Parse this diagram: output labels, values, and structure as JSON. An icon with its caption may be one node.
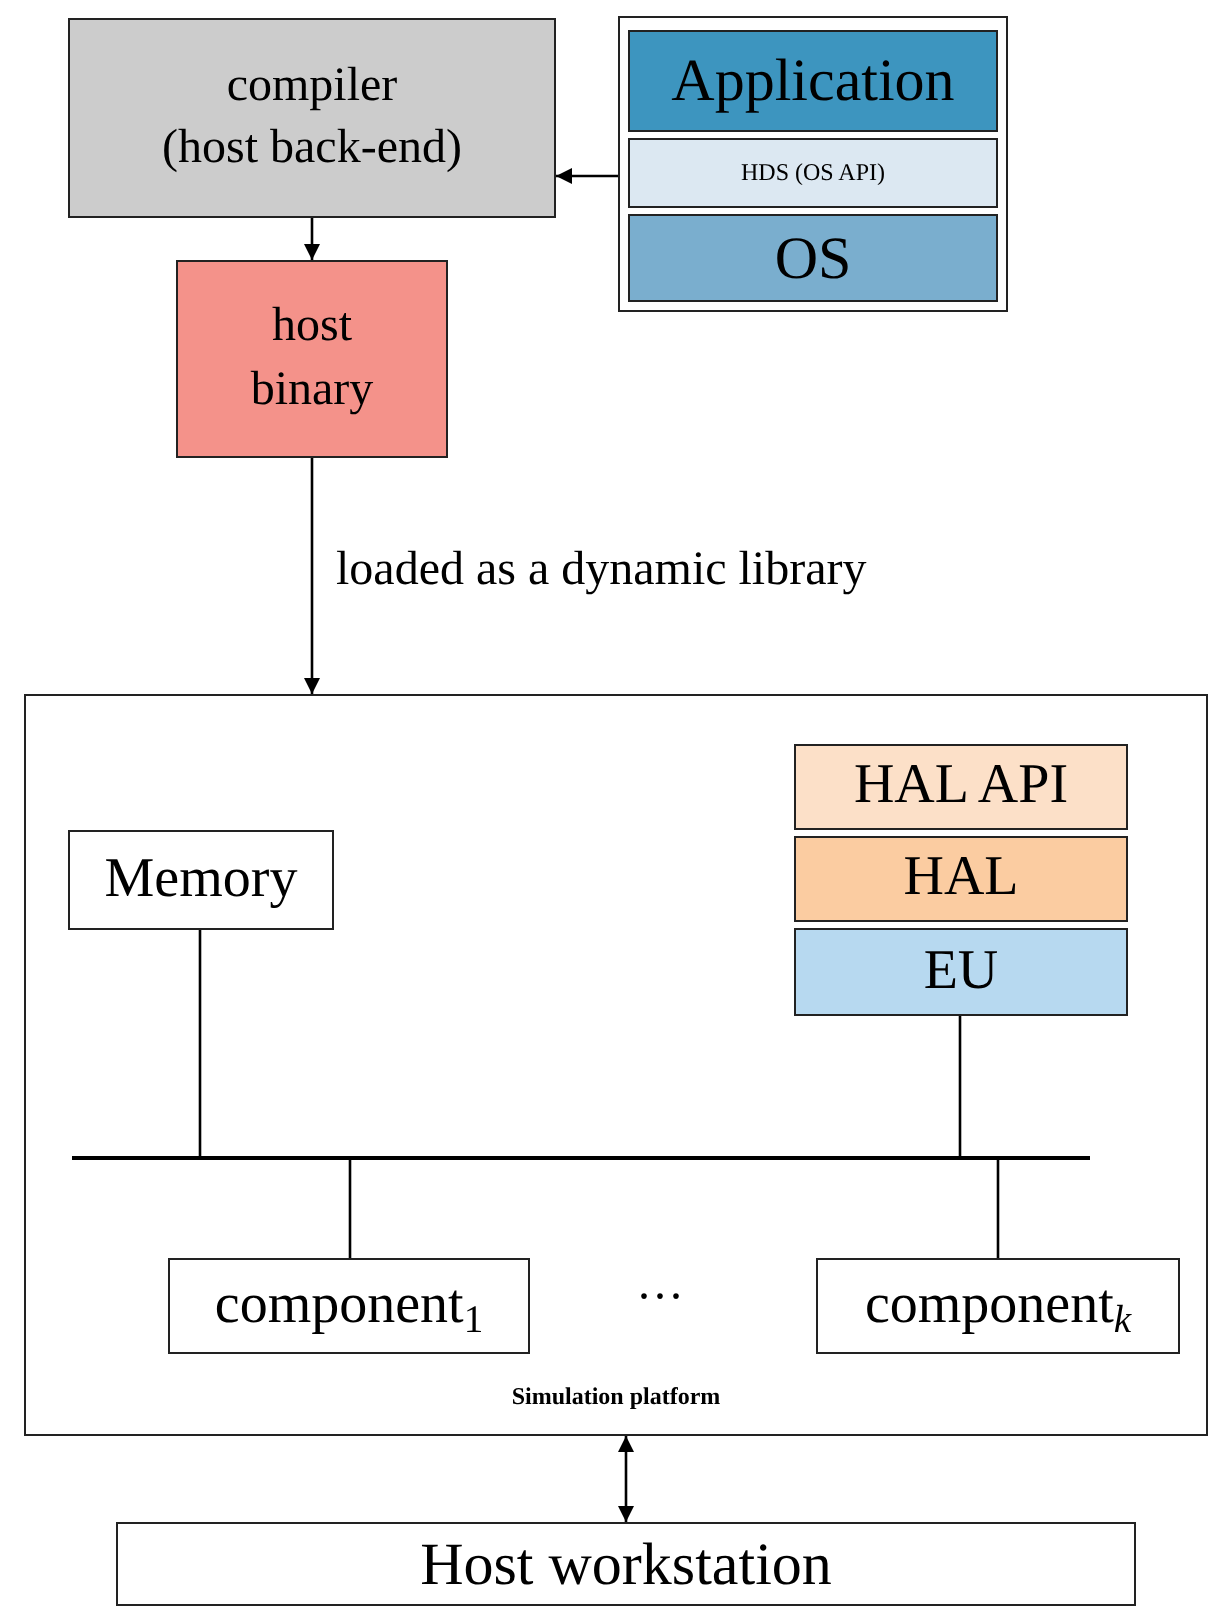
{
  "diagram": {
    "nodes": [
      {
        "text": [
          "compiler (host back-end)"
        ]
      },
      {
        "text": [
          "host binary"
        ]
      },
      {
        "text": [],
        "shape": "box"
      },
      {
        "text": [
          "Application"
        ],
        "in": 2
      },
      {
        "text": [
          "HDS (OS API)"
        ],
        "in": 2
      },
      {
        "text": [
          "OS"
        ],
        "in": 2
      },
      {
        "text": [
          "Simulation platform"
        ]
      },
      {
        "text": [
          "Memory"
        ],
        "in": 6
      },
      {
        "text": [
          "HAL API"
        ],
        "in": 6
      },
      {
        "text": [
          "HAL"
        ],
        "in": 6
      },
      {
        "text": [
          "EU"
        ],
        "in": 6
      },
      {
        "text": [],
        "shape": "bar",
        "in": 6
      },
      {
        "text": [
          "component$_{1}$"
        ],
        "in": 6
      },
      {
        "text": [
          "component$_{k}$"
        ],
        "in": 6
      },
      {
        "text": [
          "Host workstation"
        ]
      }
    ],
    "edges": [
      {
        "from": 2,
        "to": 0,
        "arrow": "to"
      },
      {
        "from": 0,
        "to": 1,
        "arrow": "to"
      },
      {
        "from": 1,
        "to": 6,
        "arrow": "to",
        "label": "loaded as a dynamic library"
      },
      {
        "from": 7,
        "to": 11,
        "arrow": "none"
      },
      {
        "from": 10,
        "to": 11,
        "arrow": "none"
      },
      {
        "from": 11,
        "to": 12,
        "arrow": "none"
      },
      {
        "from": 11,
        "to": 13,
        "arrow": "none"
      },
      {
        "from": 6,
        "to": 14,
        "arrow": "both"
      }
    ],
    "labels": [
      "···"
    ]
  }
}
